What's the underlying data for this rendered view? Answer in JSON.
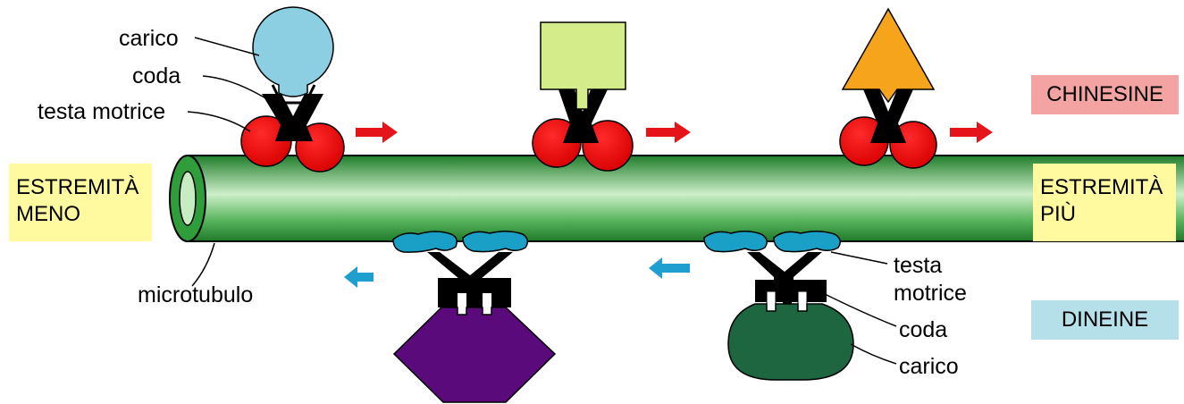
{
  "labels": {
    "kinesin": {
      "cargo": "carico",
      "tail": "coda",
      "motor_head": "testa motrice"
    },
    "dynein": {
      "motor_head_line1": "testa",
      "motor_head_line2": "motrice",
      "tail": "coda",
      "cargo": "carico"
    },
    "microtubule": "microtubulo",
    "minus_end_line1": "ESTREMITÀ",
    "minus_end_line2": "MENO",
    "plus_end_line1": "ESTREMITÀ",
    "plus_end_line2": "PIÙ",
    "kinesins": "CHINESINE",
    "dyneins": "DINEINE"
  },
  "colors": {
    "microtubule": "#2f9e3a",
    "kinesin_head": "#e10a0a",
    "dynein_head": "#1a9fc6",
    "arrow_kinesin": "#e5141b",
    "arrow_dynein": "#1e9fcf",
    "cargo_circle": "#8ccfe3",
    "cargo_square": "#d5ec8a",
    "cargo_triangle": "#f7a41d",
    "cargo_hexagon": "#5a0a7a",
    "cargo_oval": "#1d6640",
    "end_box": "#fff9a0",
    "kinesin_box": "#f4a3a3",
    "dynein_box": "#b5e0ea"
  }
}
